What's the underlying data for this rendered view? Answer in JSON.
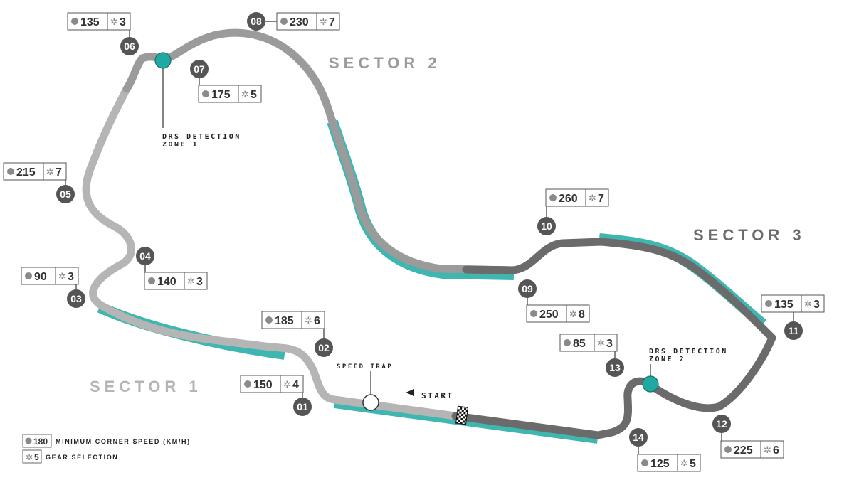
{
  "sectors": {
    "s1": "SECTOR 1",
    "s2": "SECTOR 2",
    "s3": "SECTOR 3"
  },
  "drs": {
    "zone1_line1": "DRS DETECTION",
    "zone1_line2": "ZONE 1",
    "zone2_line1": "DRS DETECTION",
    "zone2_line2": "ZONE 2"
  },
  "speed_trap": "SPEED TRAP",
  "start": "START",
  "legend": {
    "speed_value": "180",
    "speed_label": "MINIMUM CORNER SPEED (KM/H)",
    "gear_value": "5",
    "gear_label": "GEAR SELECTION"
  },
  "corners": [
    {
      "num": "01",
      "speed": "150",
      "gear": "4"
    },
    {
      "num": "02",
      "speed": "185",
      "gear": "6"
    },
    {
      "num": "03",
      "speed": "90",
      "gear": "3"
    },
    {
      "num": "04",
      "speed": "140",
      "gear": "3"
    },
    {
      "num": "05",
      "speed": "215",
      "gear": "7"
    },
    {
      "num": "06",
      "speed": "135",
      "gear": "3"
    },
    {
      "num": "07",
      "speed": "175",
      "gear": "5"
    },
    {
      "num": "08",
      "speed": "230",
      "gear": "7"
    },
    {
      "num": "09",
      "speed": "250",
      "gear": "8"
    },
    {
      "num": "10",
      "speed": "260",
      "gear": "7"
    },
    {
      "num": "11",
      "speed": "135",
      "gear": "3"
    },
    {
      "num": "12",
      "speed": "225",
      "gear": "6"
    },
    {
      "num": "13",
      "speed": "85",
      "gear": "3"
    },
    {
      "num": "14",
      "speed": "125",
      "gear": "5"
    }
  ],
  "colors": {
    "sector1": "#b5b5b5",
    "sector2": "#9b9b9b",
    "sector3": "#6b6b6b",
    "drs": "#3fb6b0",
    "marker": "#555555"
  }
}
